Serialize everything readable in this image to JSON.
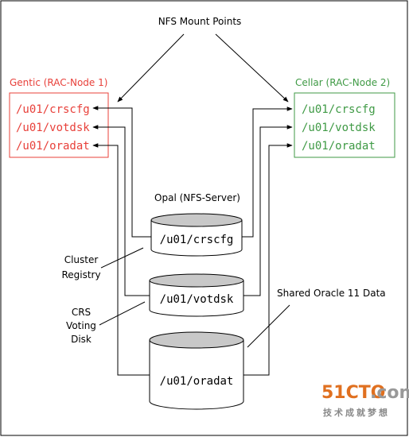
{
  "title": "NFS Mount Points",
  "nodes": {
    "left": {
      "label": "Gentic (RAC-Node 1)",
      "color": "#e8403a",
      "paths": [
        "/u01/crscfg",
        "/u01/votdsk",
        "/u01/oradat"
      ]
    },
    "right": {
      "label": "Cellar (RAC-Node 2)",
      "color": "#3f9a45",
      "paths": [
        "/u01/crscfg",
        "/u01/votdsk",
        "/u01/oradat"
      ]
    }
  },
  "server": {
    "label": "Opal (NFS-Server)",
    "disks": [
      "/u01/crscfg",
      "/u01/votdsk",
      "/u01/oradat"
    ]
  },
  "annotations": {
    "cluster_registry": [
      "Cluster",
      "Registry"
    ],
    "crs_voting_disk": [
      "CRS",
      "Voting",
      "Disk"
    ],
    "shared_data": "Shared Oracle 11 Data"
  },
  "watermark": {
    "text_digits": "51CTO",
    "text_suffix": ".com",
    "subtext": "技术成就梦想",
    "color_main": "#e07020",
    "color_sub": "#888888"
  }
}
